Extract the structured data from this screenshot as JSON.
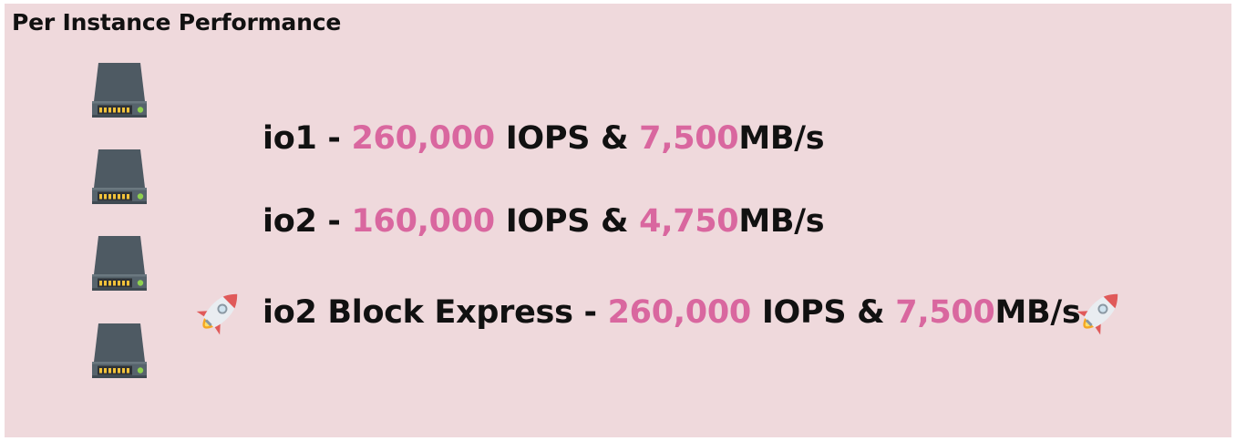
{
  "slide": {
    "title": "Per Instance Performance",
    "colors": {
      "background": "#efd9dc",
      "text": "#111111",
      "accent": "#d9679f"
    },
    "icons": {
      "drive": "hard-drive-icon",
      "rocket": "rocket-icon"
    },
    "rows": [
      {
        "name": "io1",
        "separator": " - ",
        "iops": "260,000",
        "iops_unit": " IOPS & ",
        "throughput": "7,500",
        "throughput_unit": "MB/s"
      },
      {
        "name": "io2",
        "separator": " - ",
        "iops": "160,000",
        "iops_unit": " IOPS & ",
        "throughput": "4,750",
        "throughput_unit": "MB/s"
      },
      {
        "name": "io2 Block Express",
        "separator": " - ",
        "iops": "260,000",
        "iops_unit": " IOPS & ",
        "throughput": "7,500",
        "throughput_unit": "MB/s"
      }
    ]
  }
}
